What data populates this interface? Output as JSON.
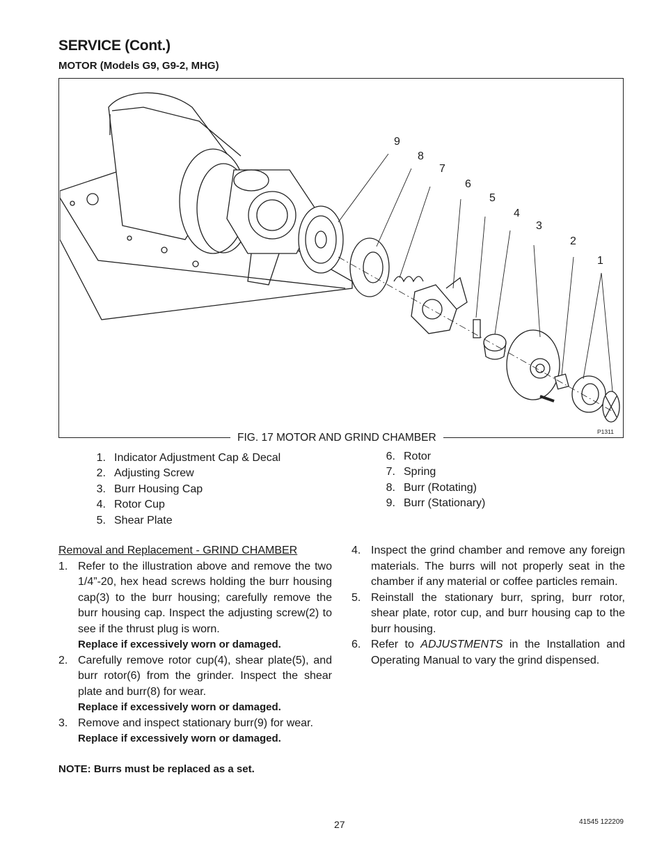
{
  "header": {
    "title": "SERVICE (Cont.)",
    "subtitle": "MOTOR (Models G9, G9-2, MHG)"
  },
  "figure": {
    "caption": "FIG. 17 MOTOR AND GRIND CHAMBER",
    "id": "P1311",
    "callouts": [
      "9",
      "8",
      "7",
      "6",
      "5",
      "4",
      "3",
      "2",
      "1"
    ]
  },
  "parts_left": [
    {
      "n": "1.",
      "label": "Indicator Adjustment Cap & Decal"
    },
    {
      "n": "2.",
      "label": "Adjusting Screw"
    },
    {
      "n": "3.",
      "label": "Burr Housing Cap"
    },
    {
      "n": "4.",
      "label": "Rotor Cup"
    },
    {
      "n": "5.",
      "label": "Shear Plate"
    }
  ],
  "parts_right": [
    {
      "n": "6.",
      "label": "Rotor"
    },
    {
      "n": "7.",
      "label": "Spring"
    },
    {
      "n": "8.",
      "label": "Burr (Rotating)"
    },
    {
      "n": "9.",
      "label": "Burr (Stationary)"
    }
  ],
  "procedure": {
    "heading": "Removal and Replacement - GRIND CHAMBER",
    "step1_n": "1.",
    "step1": "Refer to the illustration above and remove the two 1/4”-20, hex head screws holding the burr housing cap(3) to the burr housing; carefully remove the burr housing cap. Inspect the adjusting screw(2) to see if the thrust plug is worn.",
    "step1_warn": "Replace if excessively worn or damaged.",
    "step2_n": "2.",
    "step2": "Carefully remove rotor cup(4), shear plate(5), and burr rotor(6) from the grinder. Inspect the shear plate and burr(8) for wear.",
    "step2_warn": "Replace if excessively worn or damaged.",
    "step3_n": "3.",
    "step3": "Remove and inspect stationary burr(9) for wear.",
    "step3_warn": "Replace if excessively worn or damaged.",
    "note": "NOTE: Burrs must be replaced as a set.",
    "step4_n": "4.",
    "step4": "Inspect the grind chamber and remove any foreign materials. The burrs will not properly seat in the chamber if any material or coffee particles remain.",
    "step5_n": "5.",
    "step5": "Reinstall the stationary burr, spring, burr rotor, shear plate, rotor cup, and burr housing cap to the burr housing.",
    "step6_n": "6.",
    "step6_pre": "Refer to ",
    "step6_em": "ADJUSTMENTS",
    "step6_post": " in the Installation and Operating Manual to vary the grind dispensed."
  },
  "footer": {
    "page": "27",
    "doc_id": "41545 122209"
  }
}
